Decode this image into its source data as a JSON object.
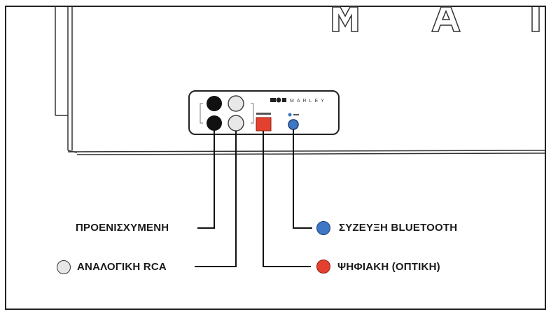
{
  "device": {
    "brand_text": "MARLEY",
    "top_letters": [
      "M",
      "A"
    ]
  },
  "labels": {
    "preamp": "ΠΡΟΕΝΙΣΧΥΜΕΝΗ",
    "analog_rca": "ΑΝΑΛΟΓΙΚΗ RCA",
    "bluetooth": "ΣΥΖΕΥΞΗ BLUETOOTH",
    "digital_optical": "ΨΗΦΙΑΚΗ (ΟΠΤΙΚΗ)"
  },
  "colors": {
    "bluetooth": "#3d77c6",
    "optical": "#e4402f",
    "analog": "#e6e6e6",
    "preamp": "#111111"
  },
  "icons": {
    "preamp": "black-jack-icon",
    "analog": "white-jack-icon",
    "optical": "optical-port-icon",
    "bluetooth": "bluetooth-button-icon"
  }
}
